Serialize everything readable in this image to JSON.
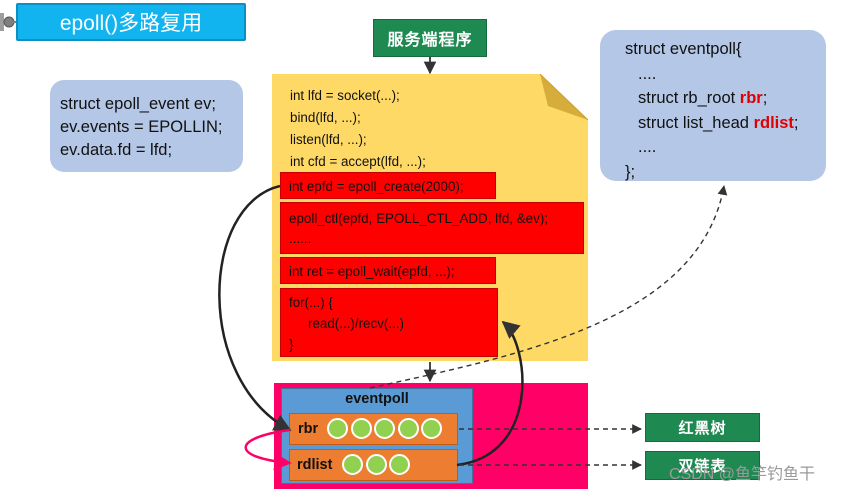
{
  "title": "epoll()多路复用",
  "struct_event": [
    "struct epoll_event ev;",
    "ev.events = EPOLLIN;",
    "ev.data.fd = lfd;"
  ],
  "server_label": "服务端程序",
  "code_plain": [
    "int lfd = socket(...);",
    "bind(lfd, ...);",
    "listen(lfd, ...);",
    "int cfd = accept(lfd, ...);"
  ],
  "code_red": {
    "create": "int epfd = epoll_create(2000);",
    "ctl_line1": "epoll_ctl(epfd, EPOLL_CTL_ADD, lfd, &ev);",
    "ctl_line2": "......",
    "wait": "int ret = epoll_wait(epfd, ...);",
    "loop_line1": "for(...) {",
    "loop_line2": "read(...)/recv(...)",
    "loop_line3": "}"
  },
  "struct_eventpoll": {
    "line1": "struct eventpoll{",
    "line2": "....",
    "line3_prefix": "struct rb_root ",
    "line3_kw": "rbr",
    "line3_suffix": ";",
    "line4_prefix": "struct list_head ",
    "line4_kw": "rdlist",
    "line4_suffix": ";",
    "line5": "....",
    "line6": "};"
  },
  "eventpoll_label": "eventpoll",
  "rbr_label": "rbr",
  "rdlist_label": "rdlist",
  "rbr_node_count": 5,
  "rdlist_node_count": 3,
  "rbtree_label": "红黑树",
  "dlist_label": "双链表",
  "watermark": "CSDN @鱼竿钓鱼干",
  "colors": {
    "title_bg": "#12b4f0",
    "doc_yellow": "#ffd966",
    "code_red": "#ff0000",
    "struct_bg": "#b4c7e7",
    "kernel_pink": "#ff0066",
    "eventpoll_blue": "#5b9bd5",
    "row_orange": "#ed7d31",
    "node_green": "#92d050",
    "label_green": "#1e8a52"
  }
}
